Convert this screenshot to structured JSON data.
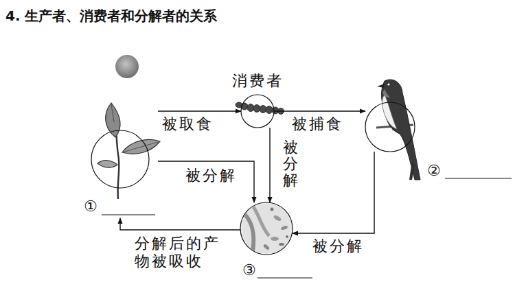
{
  "diagram": {
    "title": "4. 生产者、消费者和分解者的关系",
    "nodes": [
      {
        "text": [
          "①"
        ]
      },
      {
        "text": [
          "消费者"
        ]
      },
      {
        "text": [
          "②"
        ]
      },
      {
        "text": [
          "③"
        ]
      }
    ],
    "edges": [
      {
        "from": 0,
        "to": 1,
        "label": "被取食",
        "arrow": "to"
      },
      {
        "from": 1,
        "to": 2,
        "label": "被捕食",
        "arrow": "to"
      },
      {
        "from": 0,
        "to": 3,
        "label": "被分解",
        "arrow": "to"
      },
      {
        "from": 1,
        "to": 3,
        "label": "被分解",
        "arrow": "to"
      },
      {
        "from": 2,
        "to": 3,
        "label": "被分解",
        "arrow": "to"
      },
      {
        "from": 3,
        "to": 0,
        "label": "分解后的产物被吸收",
        "arrow": "to"
      }
    ]
  }
}
